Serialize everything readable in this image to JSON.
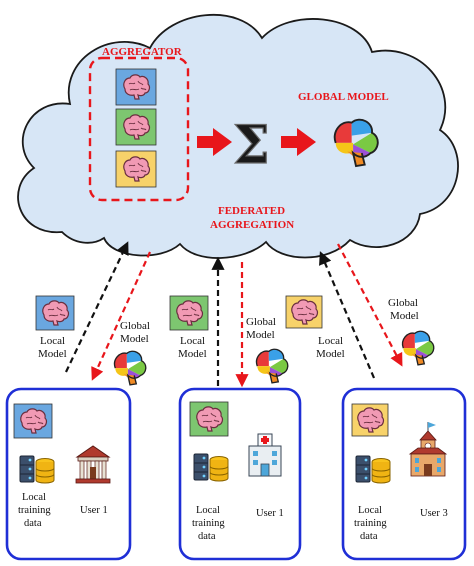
{
  "cloud": {
    "aggregator_label": "AGGREGATOR",
    "global_model_label": "GLOBAL MODEL",
    "federated_line1": "FEDERATED",
    "federated_line2": "AGGREGATION",
    "sum_symbol": "Σ"
  },
  "arrows": {
    "local_model_label_line1": "Local",
    "local_model_label_line2": "Model",
    "global_model_label_line1": "Global",
    "global_model_label_line2": "Model"
  },
  "users": [
    {
      "data_label_line1": "Local",
      "data_label_line2": "training",
      "data_label_line3": "data",
      "user_label": "User 1",
      "model_tile_color": "#6aa7e0",
      "building": "museum-icon"
    },
    {
      "data_label_line1": "Local",
      "data_label_line2": "training",
      "data_label_line3": "data",
      "user_label": "User 1",
      "model_tile_color": "#7dc670",
      "building": "hospital-icon"
    },
    {
      "data_label_line1": "Local",
      "data_label_line2": "training",
      "data_label_line3": "data",
      "user_label": "User 3",
      "model_tile_color": "#f7d26a",
      "building": "school-icon"
    }
  ],
  "colors": {
    "cloud_fill": "#d7e6f6",
    "cloud_stroke": "#1a1a1a",
    "accent_red": "#e8161b",
    "box_blue": "#1f2fd6",
    "tile_blue": "#6aa7e0",
    "tile_green": "#7dc670",
    "tile_yellow": "#f7d26a",
    "brain_pink": "#f19ab4"
  }
}
